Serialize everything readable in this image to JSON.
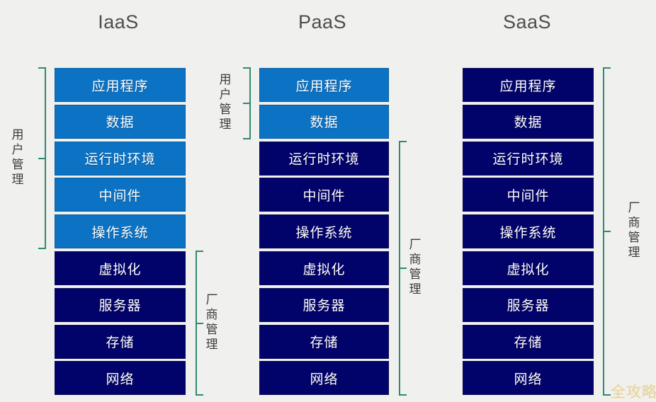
{
  "background_color": "#f0f0ee",
  "palette": {
    "user_managed_blue": "#0b72c4",
    "vendor_managed_navy": "#02026b",
    "bracket_green": "#2f8a72",
    "title_gray": "#4d4d4d",
    "label_gray": "#3b3b3b",
    "watermark_gold": "#e8d9a8"
  },
  "columns": [
    {
      "id": "iaas",
      "title": "IaaS",
      "layers": [
        {
          "label": "应用程序",
          "managed_by": "user"
        },
        {
          "label": "数据",
          "managed_by": "user"
        },
        {
          "label": "运行时环境",
          "managed_by": "user"
        },
        {
          "label": "中间件",
          "managed_by": "user"
        },
        {
          "label": "操作系统",
          "managed_by": "user"
        },
        {
          "label": "虚拟化",
          "managed_by": "vendor"
        },
        {
          "label": "服务器",
          "managed_by": "vendor"
        },
        {
          "label": "存储",
          "managed_by": "vendor"
        },
        {
          "label": "网络",
          "managed_by": "vendor"
        }
      ],
      "brackets": [
        {
          "id": "iaas-user",
          "label": "用户管理",
          "side": "left",
          "from_layer": 1,
          "to_layer": 5
        },
        {
          "id": "iaas-vendor",
          "label": "厂商管理",
          "side": "right",
          "from_layer": 6,
          "to_layer": 9
        }
      ]
    },
    {
      "id": "paas",
      "title": "PaaS",
      "layers": [
        {
          "label": "应用程序",
          "managed_by": "user"
        },
        {
          "label": "数据",
          "managed_by": "user"
        },
        {
          "label": "运行时环境",
          "managed_by": "vendor"
        },
        {
          "label": "中间件",
          "managed_by": "vendor"
        },
        {
          "label": "操作系统",
          "managed_by": "vendor"
        },
        {
          "label": "虚拟化",
          "managed_by": "vendor"
        },
        {
          "label": "服务器",
          "managed_by": "vendor"
        },
        {
          "label": "存储",
          "managed_by": "vendor"
        },
        {
          "label": "网络",
          "managed_by": "vendor"
        }
      ],
      "brackets": [
        {
          "id": "paas-user",
          "label": "用户管理",
          "side": "left",
          "from_layer": 1,
          "to_layer": 2
        },
        {
          "id": "paas-vendor",
          "label": "厂商管理",
          "side": "right",
          "from_layer": 3,
          "to_layer": 9
        }
      ]
    },
    {
      "id": "saas",
      "title": "SaaS",
      "layers": [
        {
          "label": "应用程序",
          "managed_by": "vendor"
        },
        {
          "label": "数据",
          "managed_by": "vendor"
        },
        {
          "label": "运行时环境",
          "managed_by": "vendor"
        },
        {
          "label": "中间件",
          "managed_by": "vendor"
        },
        {
          "label": "操作系统",
          "managed_by": "vendor"
        },
        {
          "label": "虚拟化",
          "managed_by": "vendor"
        },
        {
          "label": "服务器",
          "managed_by": "vendor"
        },
        {
          "label": "存储",
          "managed_by": "vendor"
        },
        {
          "label": "网络",
          "managed_by": "vendor"
        }
      ],
      "brackets": [
        {
          "id": "saas-vendor",
          "label": "厂商管理",
          "side": "right",
          "from_layer": 1,
          "to_layer": 9
        }
      ]
    }
  ],
  "watermark": {
    "text": "全攻略"
  }
}
